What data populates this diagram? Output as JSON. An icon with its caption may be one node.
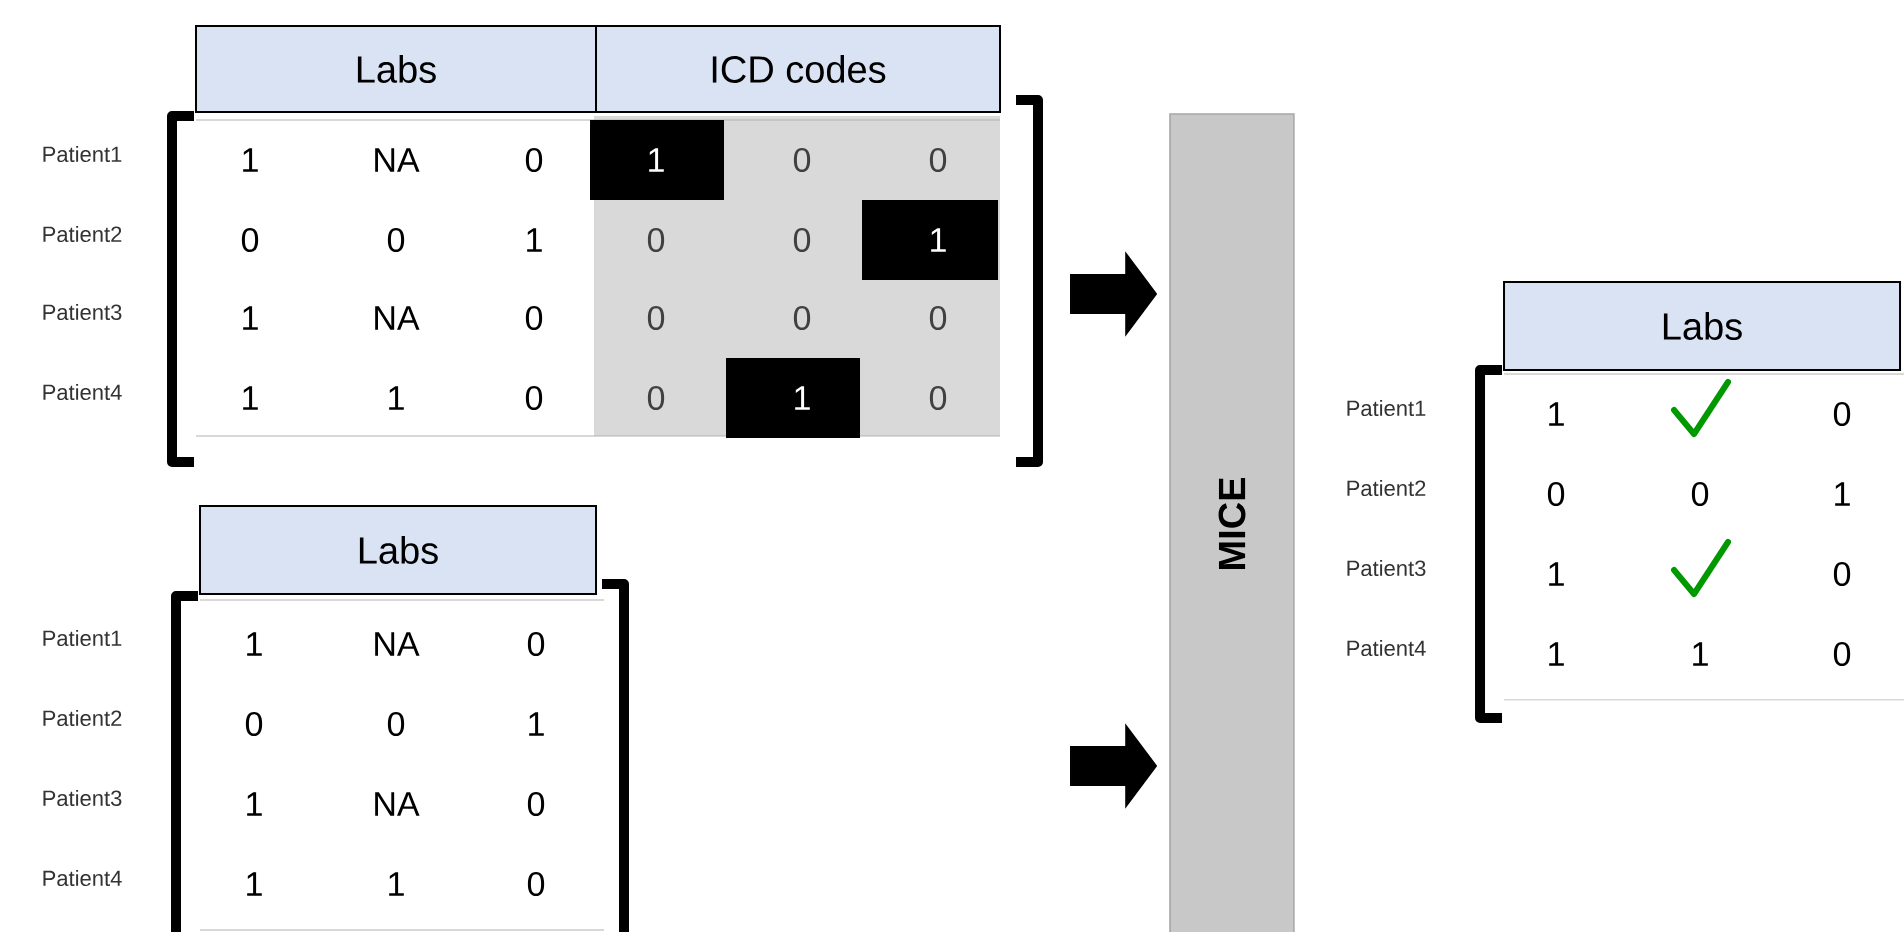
{
  "diagram": {
    "nodes": [
      {
        "text": [
          "Labs"
        ]
      },
      {
        "text": [
          "ICD codes"
        ]
      },
      {
        "text": [
          "Labs"
        ]
      },
      {
        "text": [
          "MICE"
        ]
      },
      {
        "text": [
          "Labs"
        ]
      }
    ],
    "edges": [
      {
        "from": null,
        "to": 3,
        "arrow": "to"
      },
      {
        "from": null,
        "to": 3,
        "arrow": "to"
      }
    ],
    "labels": [
      "Patient1",
      "1",
      "NA",
      "0",
      "1",
      "0",
      "0",
      "Patient2",
      "0",
      "0",
      "1",
      "0",
      "0",
      "1",
      "Patient3",
      "1",
      "NA",
      "0",
      "0",
      "0",
      "0",
      "Patient4",
      "1",
      "1",
      "0",
      "0",
      "1",
      "0",
      "Patient1",
      "1",
      "NA",
      "0",
      "Patient2",
      "0",
      "0",
      "1",
      "Patient3",
      "1",
      "NA",
      "0",
      "Patient4",
      "1",
      "1",
      "0",
      "Patient1",
      "1",
      "0",
      "Patient2",
      "0",
      "0",
      "1",
      "Patient3",
      "1",
      "0",
      "Patient4",
      "1",
      "1",
      "0"
    ]
  }
}
